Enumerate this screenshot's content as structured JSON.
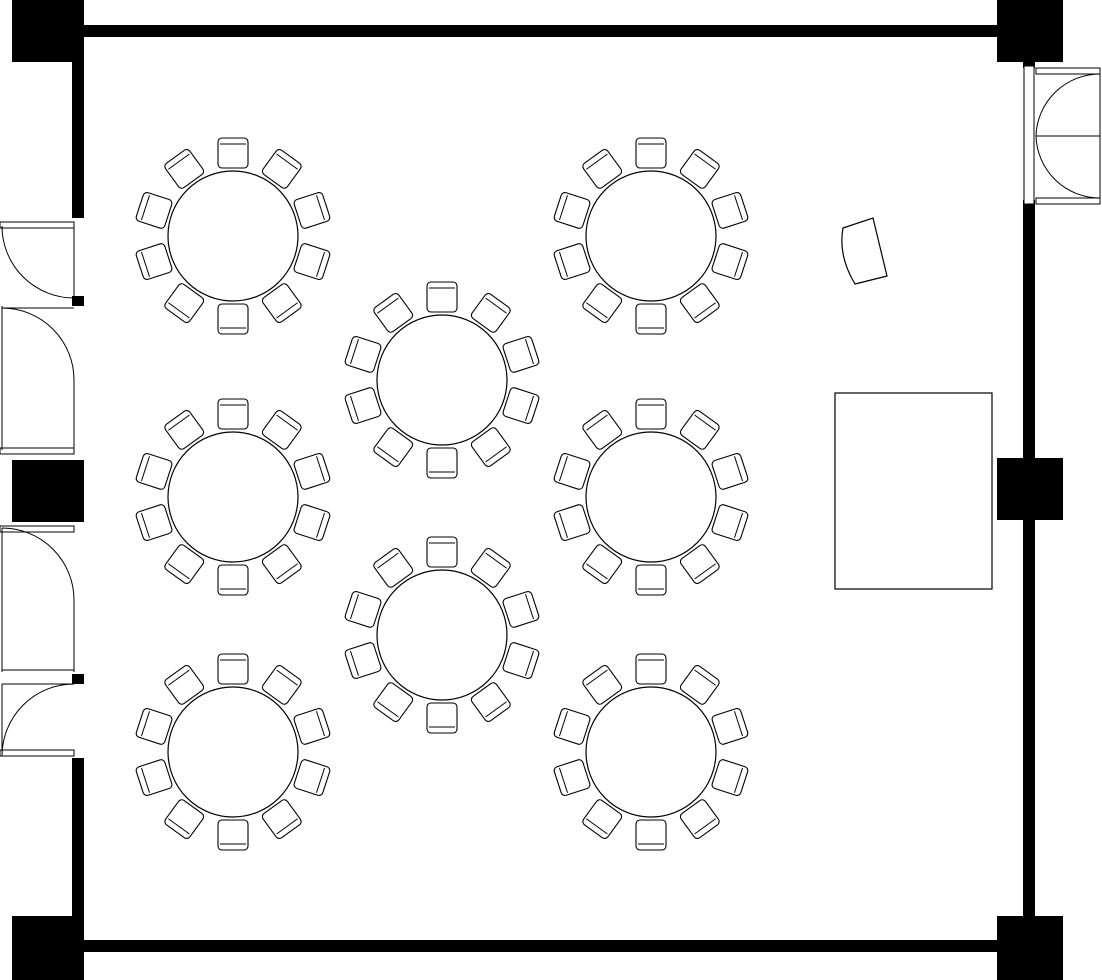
{
  "plan": {
    "colors": {
      "wall": "#000000",
      "outline": "#000000",
      "background": "#ffffff"
    },
    "tables": [
      {
        "id": "table-1",
        "chairs": 10
      },
      {
        "id": "table-2",
        "chairs": 10
      },
      {
        "id": "table-3",
        "chairs": 10
      },
      {
        "id": "table-4",
        "chairs": 10
      },
      {
        "id": "table-5",
        "chairs": 10
      },
      {
        "id": "table-6",
        "chairs": 10
      },
      {
        "id": "table-7",
        "chairs": 10
      },
      {
        "id": "table-8",
        "chairs": 10
      }
    ],
    "left_doors": 4,
    "right_doors": 2
  }
}
